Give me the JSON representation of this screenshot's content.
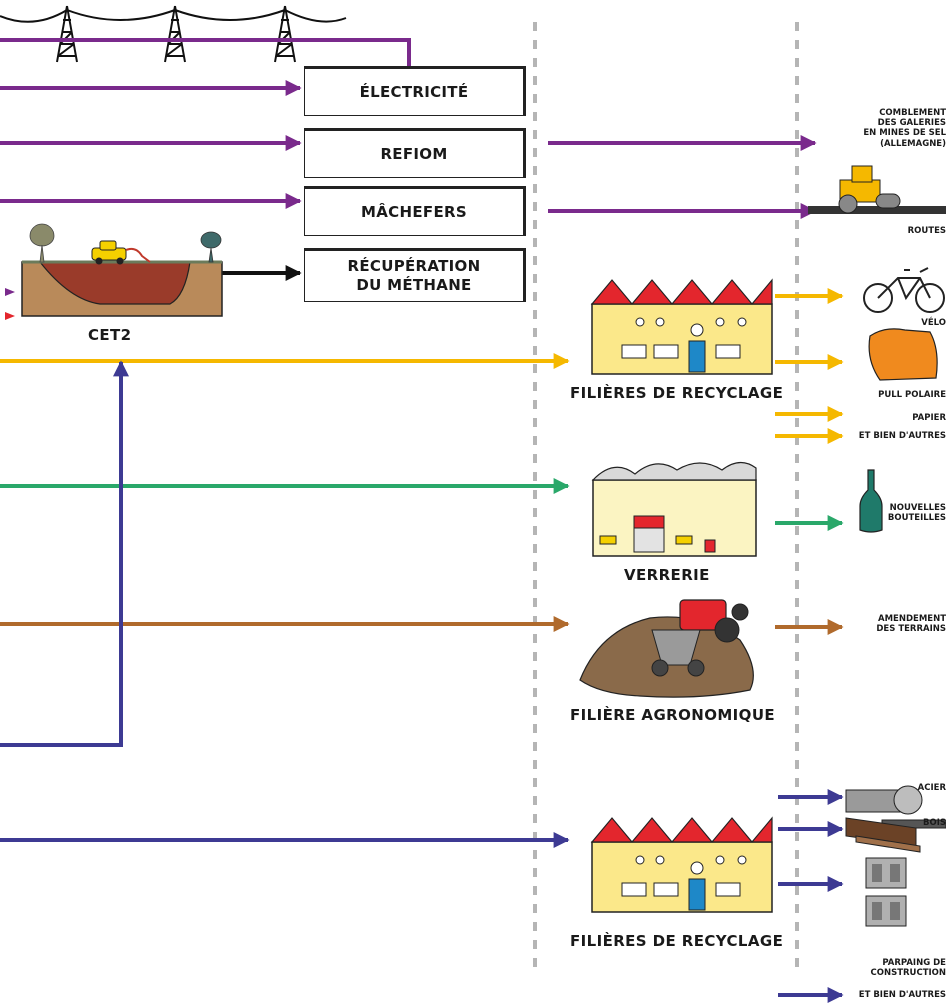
{
  "boxes": {
    "electricite": "ÉLECTRICITÉ",
    "refiom": "REFIOM",
    "machefers": "MÂCHEFERS",
    "methane_line1": "RÉCUPÉRATION",
    "methane_line2": "DU MÉTHANE"
  },
  "site_labels": {
    "cet2": "CET2",
    "recyclage_top": "FILIÈRES DE RECYCLAGE",
    "verrerie": "VERRERIE",
    "agronomique": "FILIÈRE AGRONOMIQUE",
    "recyclage_bottom": "FILIÈRES DE RECYCLAGE"
  },
  "outputs": {
    "comblement": [
      "COMBLEMENT",
      "DES GALERIES",
      "EN MINES DE SEL",
      "(ALLEMAGNE)"
    ],
    "routes": "ROUTES",
    "velo": "VÉLO",
    "pull": "PULL POLAIRE",
    "papier": "PAPIER",
    "autres_top": "ET BIEN D'AUTRES",
    "bouteilles": [
      "NOUVELLES",
      "BOUTEILLES"
    ],
    "amendement": [
      "AMENDEMENT",
      "DES TERRAINS"
    ],
    "acier": "ACIER",
    "bois": "BOIS",
    "parpaing": [
      "PARPAING DE",
      "CONSTRUCTION"
    ],
    "autres_bottom": "ET BIEN D'AUTRES"
  },
  "colors": {
    "purple": "#7a2a8c",
    "yellow": "#f5b800",
    "green": "#2aa86a",
    "brown": "#b06a2c",
    "blue": "#3d3a93",
    "black": "#111111",
    "red": "#e3262d"
  }
}
